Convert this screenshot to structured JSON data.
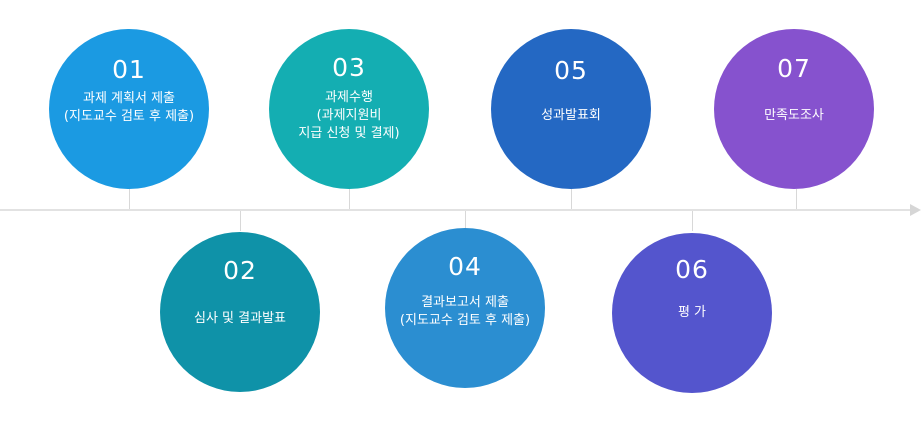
{
  "steps": [
    {
      "number": "01",
      "lines": [
        "과제 계획서 제출",
        "(지도교수 검토 후 제출)"
      ],
      "color": "#1b9ae2"
    },
    {
      "number": "02",
      "lines": [
        "심사 및 결과발표"
      ],
      "color": "#0f92a8"
    },
    {
      "number": "03",
      "lines": [
        "과제수행",
        "(과제지원비",
        "지급 신청 및 결제)"
      ],
      "color": "#14aeb2"
    },
    {
      "number": "04",
      "lines": [
        "결과보고서 제출",
        "(지도교수 검토 후 제출)"
      ],
      "color": "#2b8ed1"
    },
    {
      "number": "05",
      "lines": [
        "성과발표회"
      ],
      "color": "#2468c3"
    },
    {
      "number": "06",
      "lines": [
        "평 가"
      ],
      "color": "#5455cd"
    },
    {
      "number": "07",
      "lines": [
        "만족도조사"
      ],
      "color": "#8652ce"
    }
  ]
}
